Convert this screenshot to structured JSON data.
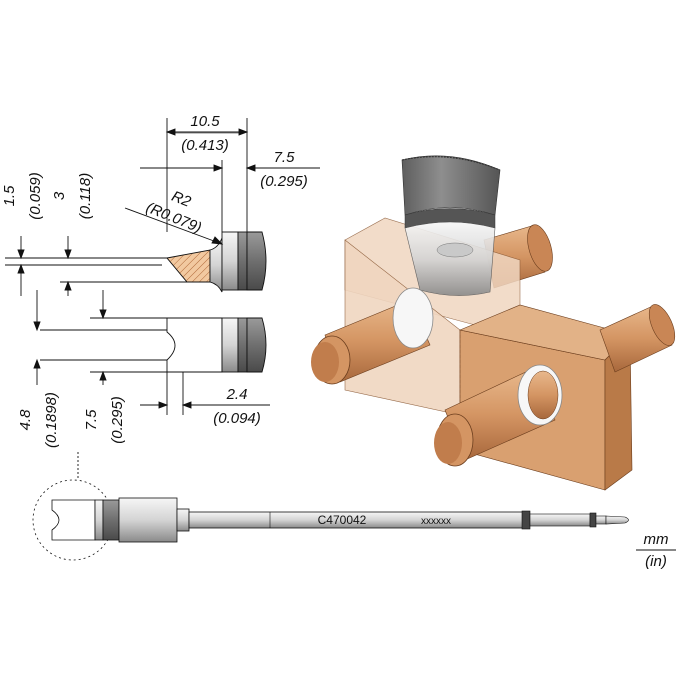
{
  "dimensions": {
    "width_mm": "10.5",
    "width_in": "(0.413)",
    "tip_mm": "7.5",
    "tip_in": "(0.295)",
    "radius_mm": "R2",
    "radius_in": "(R0.079)",
    "thick1_mm": "1.5",
    "thick1_in": "(0.059)",
    "thick2_mm": "3",
    "thick2_in": "(0.118)",
    "slot_mm": "4.8",
    "slot_in": "(0.1898)",
    "height_mm": "7.5",
    "height_in": "(0.295)",
    "depth_mm": "2.4",
    "depth_in": "(0.094)"
  },
  "product": {
    "part_number": "C470042",
    "serial": "xxxxxx"
  },
  "units": {
    "primary": "mm",
    "secondary": "(in)"
  },
  "colors": {
    "copper": "#d9a070",
    "copper_dark": "#a8683c",
    "steel": "#7a7a7a",
    "chrome": "#e8e8e8"
  }
}
